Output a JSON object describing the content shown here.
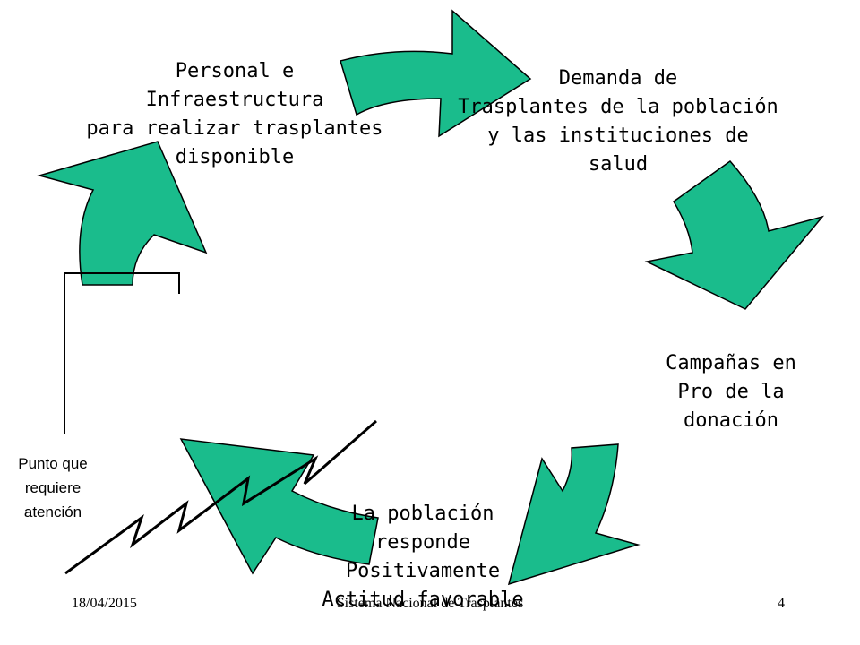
{
  "nodes": [
    {
      "id": "personal",
      "lines": [
        "Personal e",
        "Infraestructura",
        "para realizar trasplantes",
        "disponible"
      ]
    },
    {
      "id": "demanda",
      "lines": [
        "Demanda de",
        "Trasplantes de la población",
        "y las instituciones de",
        "salud"
      ]
    },
    {
      "id": "campanas",
      "lines": [
        "Campañas en",
        "Pro de la",
        "donación"
      ]
    },
    {
      "id": "poblacion",
      "lines": [
        "La población",
        "responde",
        "Positivamente",
        "Actitud favorable"
      ]
    }
  ],
  "callout": {
    "lines": [
      "Punto que",
      "requiere",
      "atención"
    ]
  },
  "footer": {
    "date": "18/04/2015",
    "center": "Sistema Nacional de Trasplantes",
    "page": "4"
  },
  "colors": {
    "arrow_fill": "#1abc8c",
    "stroke": "#000000"
  }
}
